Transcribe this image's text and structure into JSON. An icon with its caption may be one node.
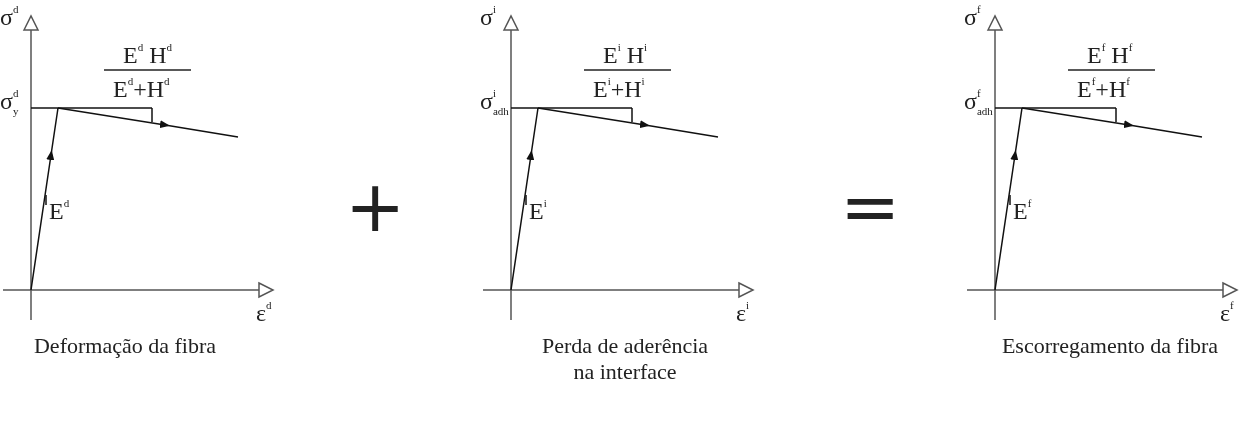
{
  "diagram": {
    "labels": [
      "σ$^{d}$",
      "E$^{d}$ H$^{d}$",
      "E$^{d}$+H$^{d}$",
      "σ$^{d}$$_{y}$",
      "E$^{d}$",
      "ε$^{d}$",
      "Deformação da fibra",
      "+",
      "σ$^{i}$",
      "E$^{i}$ H$^{i}$",
      "E$^{i}$+H$^{i}$",
      "σ$^{i}$$_{adh}$",
      "E$^{i}$",
      "ε$^{i}$",
      "Perda de aderência na interface",
      "=",
      "σ$^{f}$",
      "E$^{f}$ H$^{f}$",
      "E$^{f}$+H$^{f}$",
      "σ$^{f}$$_{adh}$",
      "E$^{f}$",
      "ε$^{f}$",
      "Escorregamento da fibra"
    ]
  }
}
